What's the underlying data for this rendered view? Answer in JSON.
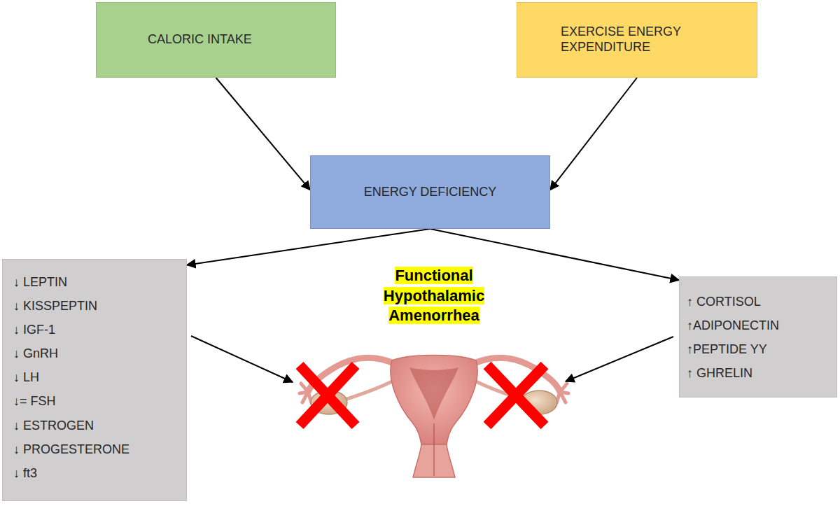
{
  "diagram": {
    "nodes": [
      {
        "text": [
          "CALORIC INTAKE"
        ]
      },
      {
        "text": [
          "EXERCISE ENERGY EXPENDITURE"
        ]
      },
      {
        "text": [
          "ENERGY DEFICIENCY"
        ]
      },
      {
        "text": [
          "↓ LEPTIN",
          "↓ KISSPEPTIN",
          "↓ IGF-1",
          "↓ GnRH",
          "↓ LH",
          "↓= FSH",
          "↓ ESTROGEN",
          "↓ PROGESTERONE",
          "↓ ft3"
        ]
      },
      {
        "text": [
          "↑ CORTISOL",
          "↑ADIPONECTIN",
          "↑PEPTIDE YY",
          "↑ GHRELIN"
        ]
      }
    ],
    "edges": [
      {
        "from": 0,
        "to": 2,
        "arrow": "to"
      },
      {
        "from": 1,
        "to": 2,
        "arrow": "to"
      },
      {
        "from": 2,
        "to": 3,
        "arrow": "to"
      },
      {
        "from": 2,
        "to": 4,
        "arrow": "to"
      }
    ],
    "labels": [
      "Functional Hypothalamic Amenorrhea"
    ]
  }
}
